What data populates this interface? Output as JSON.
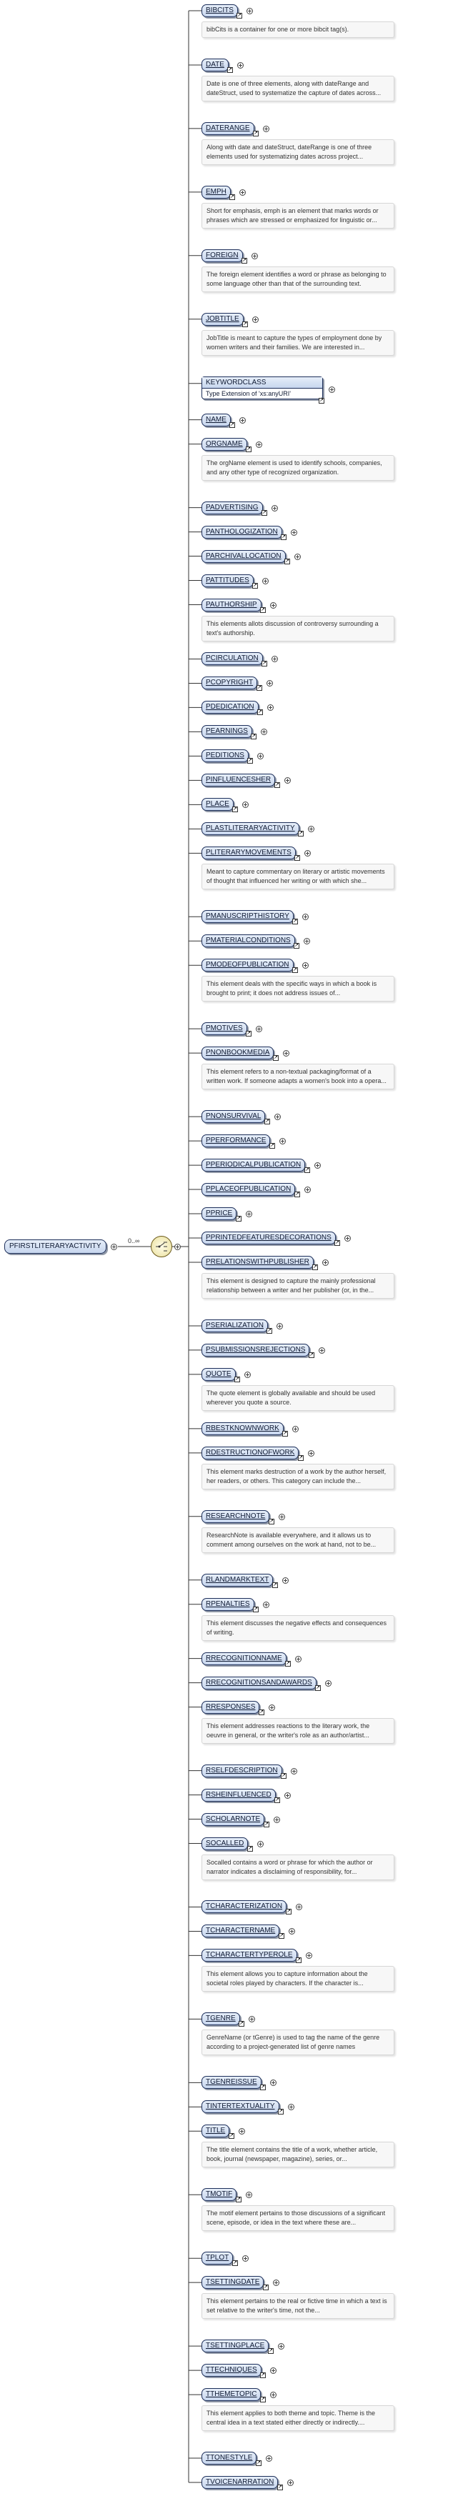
{
  "root": {
    "label": "PFIRSTLITERARYACTIVITY"
  },
  "compositor": {
    "cardinality": "0..∞",
    "name": "choice"
  },
  "items": [
    {
      "label": "BIBCITS",
      "doc": "bibCits is a container for one or more bibcit tag(s)."
    },
    {
      "label": "DATE",
      "doc": "Date is one of three elements, along with dateRange and dateStruct, used to systematize the capture of dates across..."
    },
    {
      "label": "DATERANGE",
      "doc": "Along with date and dateStruct, dateRange is one of three elements used for systematizing dates across project..."
    },
    {
      "label": "EMPH",
      "doc": "Short for emphasis, emph is an element that marks words or phrases which are stressed or emphasized for linguistic or..."
    },
    {
      "label": "FOREIGN",
      "doc": "The foreign element identifies a word or phrase as belonging to some language other than that of the surrounding text."
    },
    {
      "label": "JOBTITLE",
      "doc": "JobTitle is meant to capture the types of employment done by women writers and their families. We are interested in..."
    },
    {
      "label": "KEYWORDCLASS",
      "complex": true,
      "type": "Type    Extension of 'xs:anyURI'"
    },
    {
      "label": "NAME"
    },
    {
      "label": "ORGNAME",
      "doc": "The orgName element is used to identify schools, companies, and any other type of recognized organization."
    },
    {
      "label": "PADVERTISING"
    },
    {
      "label": "PANTHOLOGIZATION"
    },
    {
      "label": "PARCHIVALLOCATION"
    },
    {
      "label": "PATTITUDES"
    },
    {
      "label": "PAUTHORSHIP",
      "doc": "This elements allots discussion of controversy surrounding a text's authorship."
    },
    {
      "label": "PCIRCULATION"
    },
    {
      "label": "PCOPYRIGHT"
    },
    {
      "label": "PDEDICATION"
    },
    {
      "label": "PEARNINGS"
    },
    {
      "label": "PEDITIONS"
    },
    {
      "label": "PINFLUENCESHER"
    },
    {
      "label": "PLACE"
    },
    {
      "label": "PLASTLITERARYACTIVITY"
    },
    {
      "label": "PLITERARYMOVEMENTS",
      "doc": "Meant to capture commentary on literary or artistic movements of thought that influenced her writing or with which she..."
    },
    {
      "label": "PMANUSCRIPTHISTORY"
    },
    {
      "label": "PMATERIALCONDITIONS"
    },
    {
      "label": "PMODEOFPUBLICATION",
      "doc": "This element deals with the specific ways in which a book is brought to print; it does not address issues of..."
    },
    {
      "label": "PMOTIVES"
    },
    {
      "label": "PNONBOOKMEDIA",
      "doc": "This element refers to a non-textual packaging/format of a written work. If someone adapts a women's book into a opera..."
    },
    {
      "label": "PNONSURVIVAL"
    },
    {
      "label": "PPERFORMANCE"
    },
    {
      "label": "PPERIODICALPUBLICATION"
    },
    {
      "label": "PPLACEOFPUBLICATION"
    },
    {
      "label": "PPRICE"
    },
    {
      "label": "PPRINTEDFEATURESDECORATIONS"
    },
    {
      "label": "PRELATIONSWITHPUBLISHER",
      "doc": "This element is designed to capture the mainly professional relationship between a writer and her publisher (or, in the..."
    },
    {
      "label": "PSERIALIZATION"
    },
    {
      "label": "PSUBMISSIONSREJECTIONS"
    },
    {
      "label": "QUOTE",
      "doc": "The quote element is globally available and should be used wherever you quote a source."
    },
    {
      "label": "RBESTKNOWNWORK"
    },
    {
      "label": "RDESTRUCTIONOFWORK",
      "doc": "This element marks destruction of a work by the author herself, her readers, or others. This category can include the..."
    },
    {
      "label": "RESEARCHNOTE",
      "doc": "ResearchNote is available everywhere, and it allows us to comment among ourselves on the work at hand, not to be..."
    },
    {
      "label": "RLANDMARKTEXT"
    },
    {
      "label": "RPENALTIES",
      "doc": "This element discusses the negative effects and consequences of writing."
    },
    {
      "label": "RRECOGNITIONNAME"
    },
    {
      "label": "RRECOGNITIONSANDAWARDS"
    },
    {
      "label": "RRESPONSES",
      "doc": "This element addresses reactions to the literary work, the oeuvre in general, or the writer's role as an author/artist..."
    },
    {
      "label": "RSELFDESCRIPTION"
    },
    {
      "label": "RSHEINFLUENCED"
    },
    {
      "label": "SCHOLARNOTE"
    },
    {
      "label": "SOCALLED",
      "doc": "Socalled contains a word or phrase for which the author or narrator indicates a disclaiming of responsibility, for..."
    },
    {
      "label": "TCHARACTERIZATION"
    },
    {
      "label": "TCHARACTERNAME"
    },
    {
      "label": "TCHARACTERTYPEROLE",
      "doc": "This element allows you to capture information about the societal roles played by characters. If the character is..."
    },
    {
      "label": "TGENRE",
      "doc": "GenreName (or tGenre) is used to tag the name of the genre according to a project-generated list of genre names"
    },
    {
      "label": "TGENREISSUE"
    },
    {
      "label": "TINTERTEXTUALITY"
    },
    {
      "label": "TITLE",
      "doc": "The title element contains the title of a work, whether article, book, journal (newspaper, magazine), series, or..."
    },
    {
      "label": "TMOTIF",
      "doc": "The motif element pertains to those discussions of a significant scene, episode, or idea in the text where these are..."
    },
    {
      "label": "TPLOT"
    },
    {
      "label": "TSETTINGDATE",
      "doc": "This element pertains to the real or fictive time in which a text is set relative to the writer's time, not the..."
    },
    {
      "label": "TSETTINGPLACE"
    },
    {
      "label": "TTECHNIQUES"
    },
    {
      "label": "TTHEMETOPIC",
      "doc": "This element applies to both theme and topic. Theme is the central idea in a text stated either directly or indirectly...."
    },
    {
      "label": "TTONESTYLE"
    },
    {
      "label": "TVOICENARRATION"
    }
  ]
}
